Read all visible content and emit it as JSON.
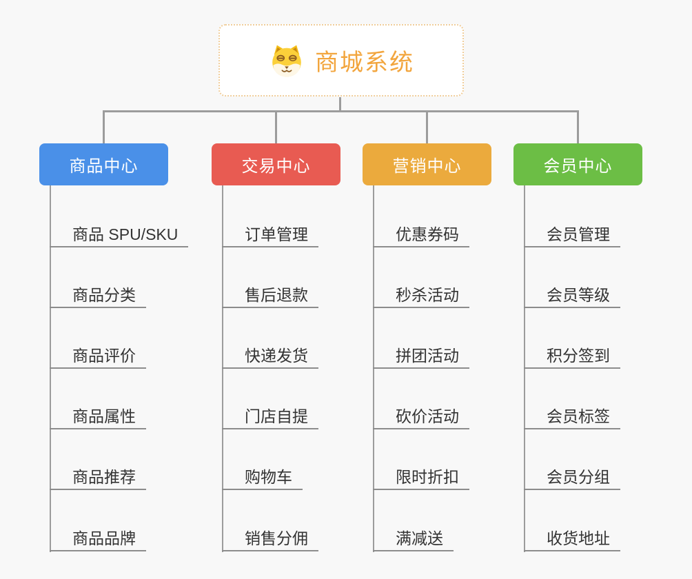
{
  "page": {
    "background_color": "#F8F8F8",
    "connector_color": "#9C9C9C",
    "underline_color": "#8C8C8C"
  },
  "root": {
    "title": "商城系统",
    "icon": "dog-face-icon",
    "text_color": "#F2A53D",
    "border_color": "#F0CD9A"
  },
  "branches": [
    {
      "label": "商品中心",
      "color": "#4A90E8",
      "items": [
        "商品 SPU/SKU",
        "商品分类",
        "商品评价",
        "商品属性",
        "商品推荐",
        "商品品牌"
      ]
    },
    {
      "label": "交易中心",
      "color": "#E85B52",
      "items": [
        "订单管理",
        "售后退款",
        "快递发货",
        "门店自提",
        "购物车",
        "销售分佣"
      ]
    },
    {
      "label": "营销中心",
      "color": "#EBAA3D",
      "items": [
        "优惠券码",
        "秒杀活动",
        "拼团活动",
        "砍价活动",
        "限时折扣",
        "满减送"
      ]
    },
    {
      "label": "会员中心",
      "color": "#6CBE45",
      "items": [
        "会员管理",
        "会员等级",
        "积分签到",
        "会员标签",
        "会员分组",
        "收货地址"
      ]
    }
  ]
}
